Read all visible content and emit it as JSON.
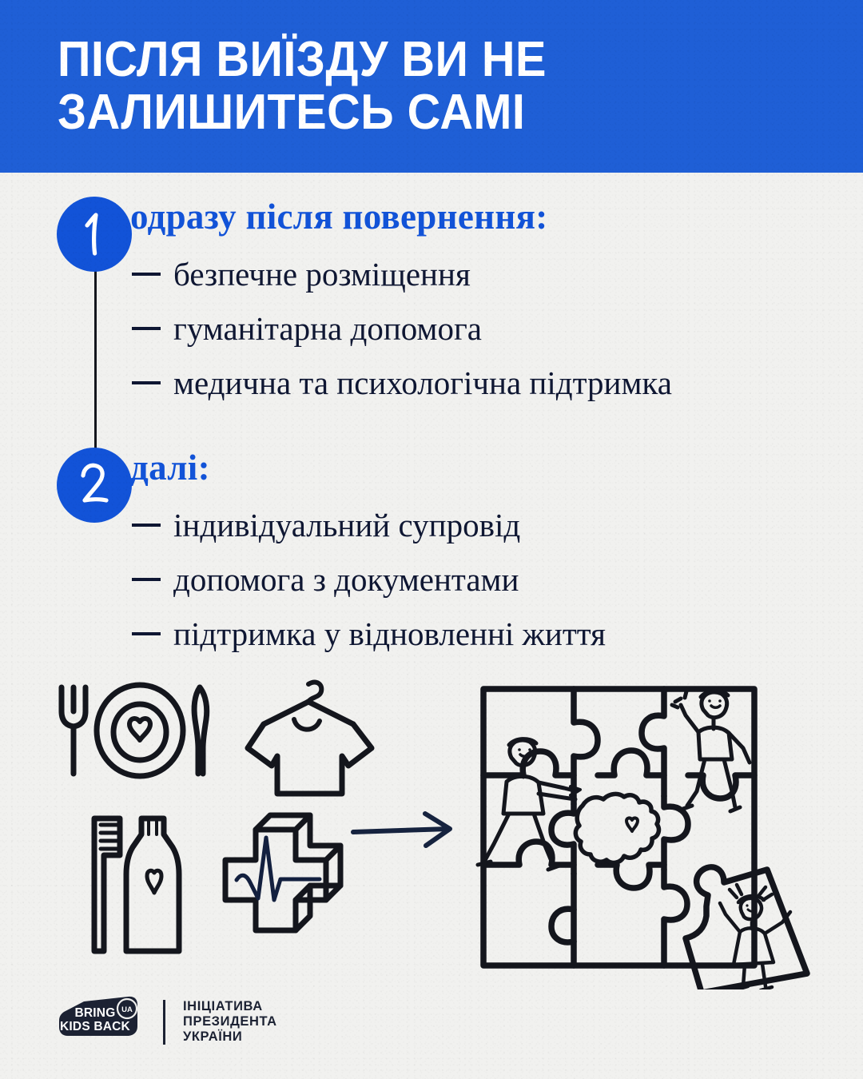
{
  "header": {
    "title": "ПІСЛЯ ВИЇЗДУ ВИ НЕ\nЗАЛИШИТЕСЬ САМІ",
    "background_color": "#1f5fd6",
    "text_color": "#ffffff"
  },
  "theme": {
    "page_background": "#f1f1ef",
    "accent_blue": "#1253d8",
    "ink_navy": "#0f1733",
    "logo_navy": "#1c2233"
  },
  "steps": [
    {
      "number": "1",
      "heading": "одразу після повернення:",
      "items": [
        "безпечне розміщення",
        "гуманітарна допомога",
        "медична та психологічна підтримка"
      ]
    },
    {
      "number": "2",
      "heading": "далі:",
      "items": [
        "індивідуальний супровід",
        "допомога з документами",
        "підтримка у відновленні життя"
      ]
    }
  ],
  "illustration": {
    "icons": [
      "fork-icon",
      "plate-with-heart-icon",
      "knife-icon",
      "tshirt-on-hanger-icon",
      "toothbrush-icon",
      "toothpaste-tube-icon",
      "medical-cross-3d-icon",
      "heartbeat-line-icon"
    ],
    "arrow": "arrow-right-icon",
    "puzzle": {
      "name": "puzzle-grid",
      "rows": 3,
      "columns": 3,
      "center_piece": "ukraine-map-with-heart",
      "figures": [
        "boy-waving",
        "boy-pushing-piece",
        "girl-on-loose-piece"
      ],
      "loose_piece": "detached-puzzle-piece-bottom-right"
    }
  },
  "footer": {
    "logo": {
      "line1": "BRING",
      "line2": "KIDS BACK",
      "badge": "UA"
    },
    "tagline": "ІНІЦІАТИВА\nПРЕЗИДЕНТА\nУКРАЇНИ"
  }
}
